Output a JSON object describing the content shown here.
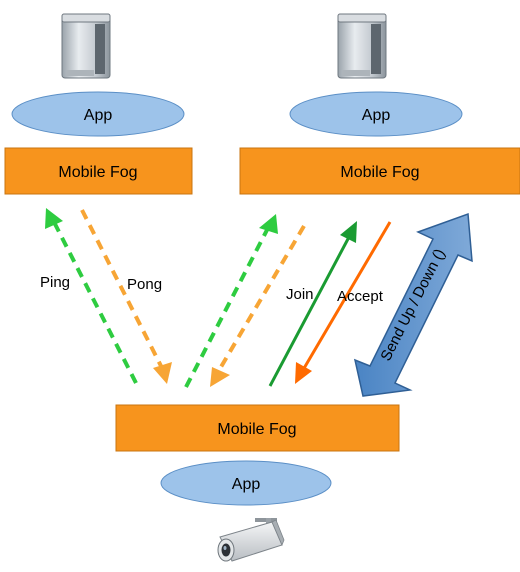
{
  "colors": {
    "fog_fill": "#f7941d",
    "fog_stroke": "#c87410",
    "app_fill": "#9dc3ea",
    "app_stroke": "#5b8fc6",
    "ping_arrow": "#2ecc40",
    "pong_arrow": "#f7a535",
    "join_arrow": "#1a9b32",
    "accept_arrow": "#ff6a00",
    "send_arrow": "#4a84c4"
  },
  "icons": {
    "left_server": "server-tower-icon",
    "right_server": "server-tower-icon",
    "camera": "security-camera-icon"
  },
  "nodes": {
    "left_app": "App",
    "left_fog": "Mobile Fog",
    "right_app": "App",
    "right_fog": "Mobile Fog",
    "bottom_fog": "Mobile Fog",
    "bottom_app": "App"
  },
  "arrows": {
    "ping": "Ping",
    "pong": "Pong",
    "join": "Join",
    "accept": "Accept",
    "send": "Send Up / Down ()"
  }
}
